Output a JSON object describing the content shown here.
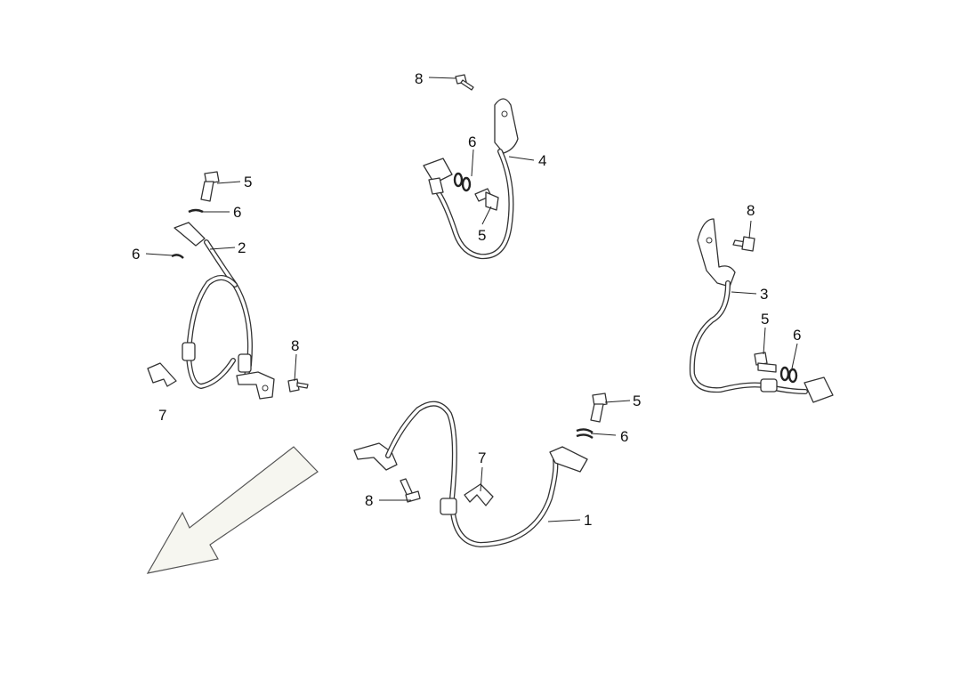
{
  "diagram": {
    "type": "exploded parts diagram - brake hoses",
    "callouts": [
      {
        "id": "c-8-top",
        "label": "8"
      },
      {
        "id": "c-6-top",
        "label": "6"
      },
      {
        "id": "c-4",
        "label": "4"
      },
      {
        "id": "c-5-top",
        "label": "5"
      },
      {
        "id": "c-5-left",
        "label": "5"
      },
      {
        "id": "c-6-left-a",
        "label": "6"
      },
      {
        "id": "c-6-left-b",
        "label": "6"
      },
      {
        "id": "c-2",
        "label": "2"
      },
      {
        "id": "c-8-left",
        "label": "8"
      },
      {
        "id": "c-7-left",
        "label": "7"
      },
      {
        "id": "c-8-right",
        "label": "8"
      },
      {
        "id": "c-3",
        "label": "3"
      },
      {
        "id": "c-5-right",
        "label": "5"
      },
      {
        "id": "c-6-right",
        "label": "6"
      },
      {
        "id": "c-5-bottom",
        "label": "5"
      },
      {
        "id": "c-6-bottom",
        "label": "6"
      },
      {
        "id": "c-7-bottom",
        "label": "7"
      },
      {
        "id": "c-8-bottom",
        "label": "8"
      },
      {
        "id": "c-1",
        "label": "1"
      }
    ],
    "direction_arrow": "front-direction-arrow"
  }
}
